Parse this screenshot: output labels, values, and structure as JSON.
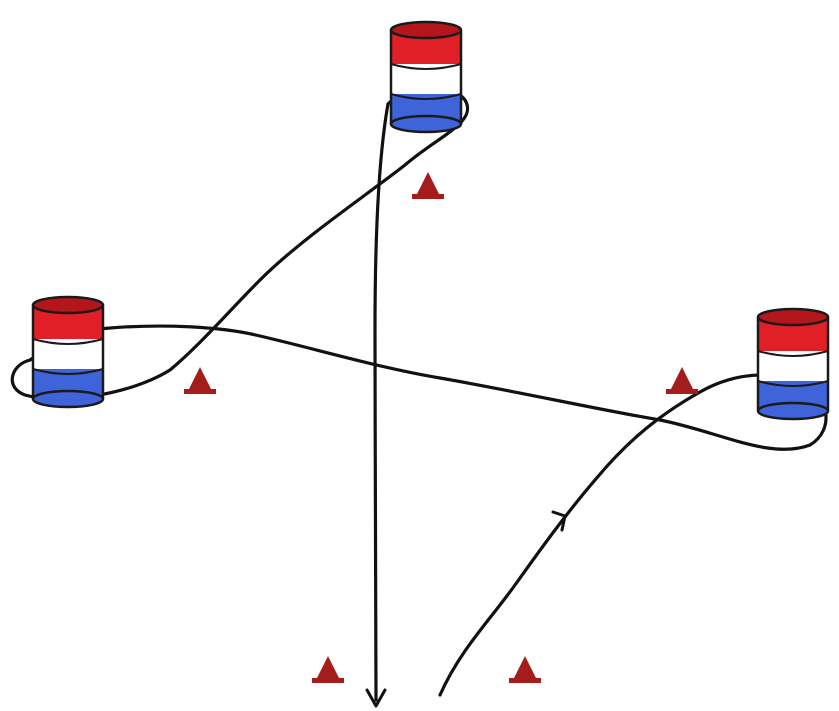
{
  "colors": {
    "background": "#ffffff",
    "barrel_red": "#e01f26",
    "barrel_red_dark": "#b5161b",
    "barrel_white": "#ffffff",
    "barrel_blue": "#3f63d9",
    "barrel_outline": "#1a1a1a",
    "cone": "#a51c1c",
    "path": "#111111"
  },
  "elements": {
    "barrels": [
      "top-barrel",
      "left-barrel",
      "right-barrel"
    ],
    "cones": 5,
    "path_direction_arrows": 2
  }
}
